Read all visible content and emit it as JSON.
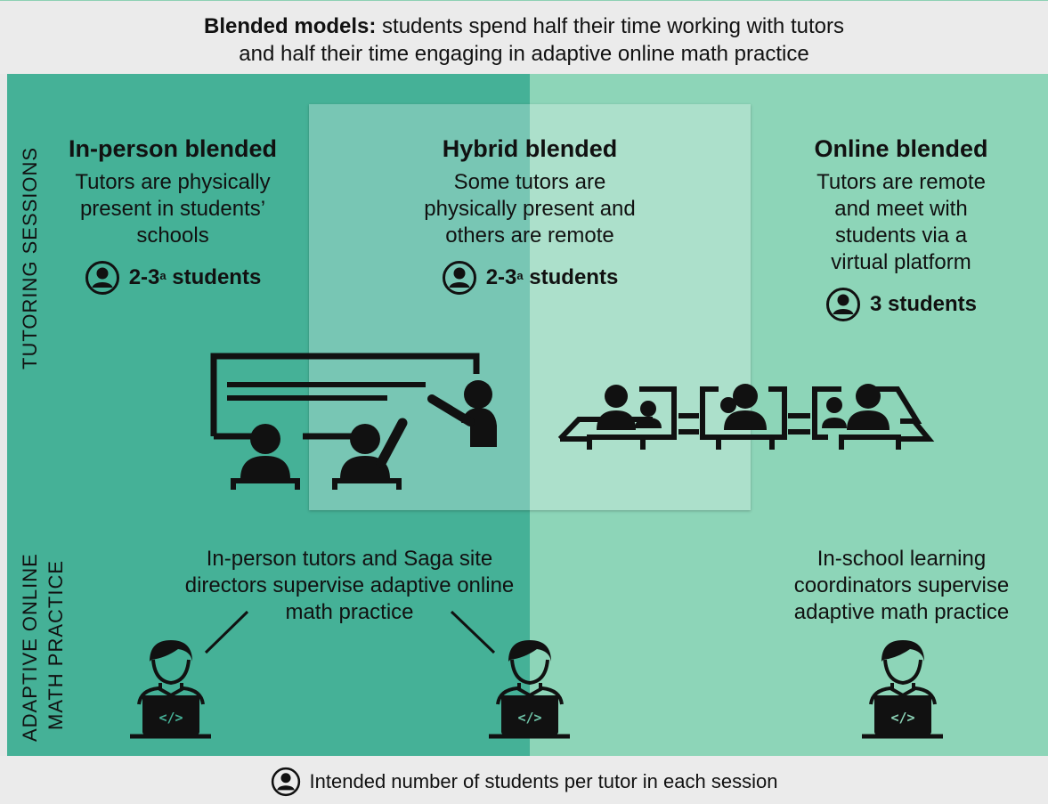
{
  "header": {
    "title_bold": "Blended models:",
    "title_rest": " students spend half their time working with tutors",
    "title_line2": "and half their time engaging in adaptive online math practice"
  },
  "side_labels": {
    "top": "TUTORING SESSIONS",
    "bottom_line1": "ADAPTIVE ONLINE",
    "bottom_line2": "MATH PRACTICE"
  },
  "columns": {
    "in_person": {
      "title": "In-person blended",
      "desc": [
        "Tutors are physically",
        "present in students’",
        "schools"
      ],
      "count_pre": "2-3",
      "count_sup": "a",
      "count_post": " students"
    },
    "hybrid": {
      "title": "Hybrid blended",
      "desc": [
        "Some tutors are",
        "physically present and",
        "others are remote"
      ],
      "count_pre": "2-3",
      "count_sup": "a",
      "count_post": " students"
    },
    "online": {
      "title": "Online blended",
      "desc": [
        "Tutors are remote",
        "and meet with",
        "students via a",
        "virtual platform"
      ],
      "count_pre": "3",
      "count_sup": "",
      "count_post": " students"
    }
  },
  "practice": {
    "left": [
      "In-person tutors and Saga site",
      "directors supervise adaptive online",
      "math practice"
    ],
    "right": [
      "In-school learning",
      "coordinators supervise",
      "adaptive math practice"
    ]
  },
  "footer": {
    "text": "Intended number of students per tutor in each session"
  },
  "icons": {
    "student_count": "person-circle-icon",
    "classroom": "classroom-icon",
    "virtual": "video-call-icon",
    "practice": "student-laptop-icon"
  },
  "colors": {
    "dark_panel": "#45b197",
    "light_panel": "#8dd5b8",
    "hybrid_overlay": "#ffffff"
  }
}
